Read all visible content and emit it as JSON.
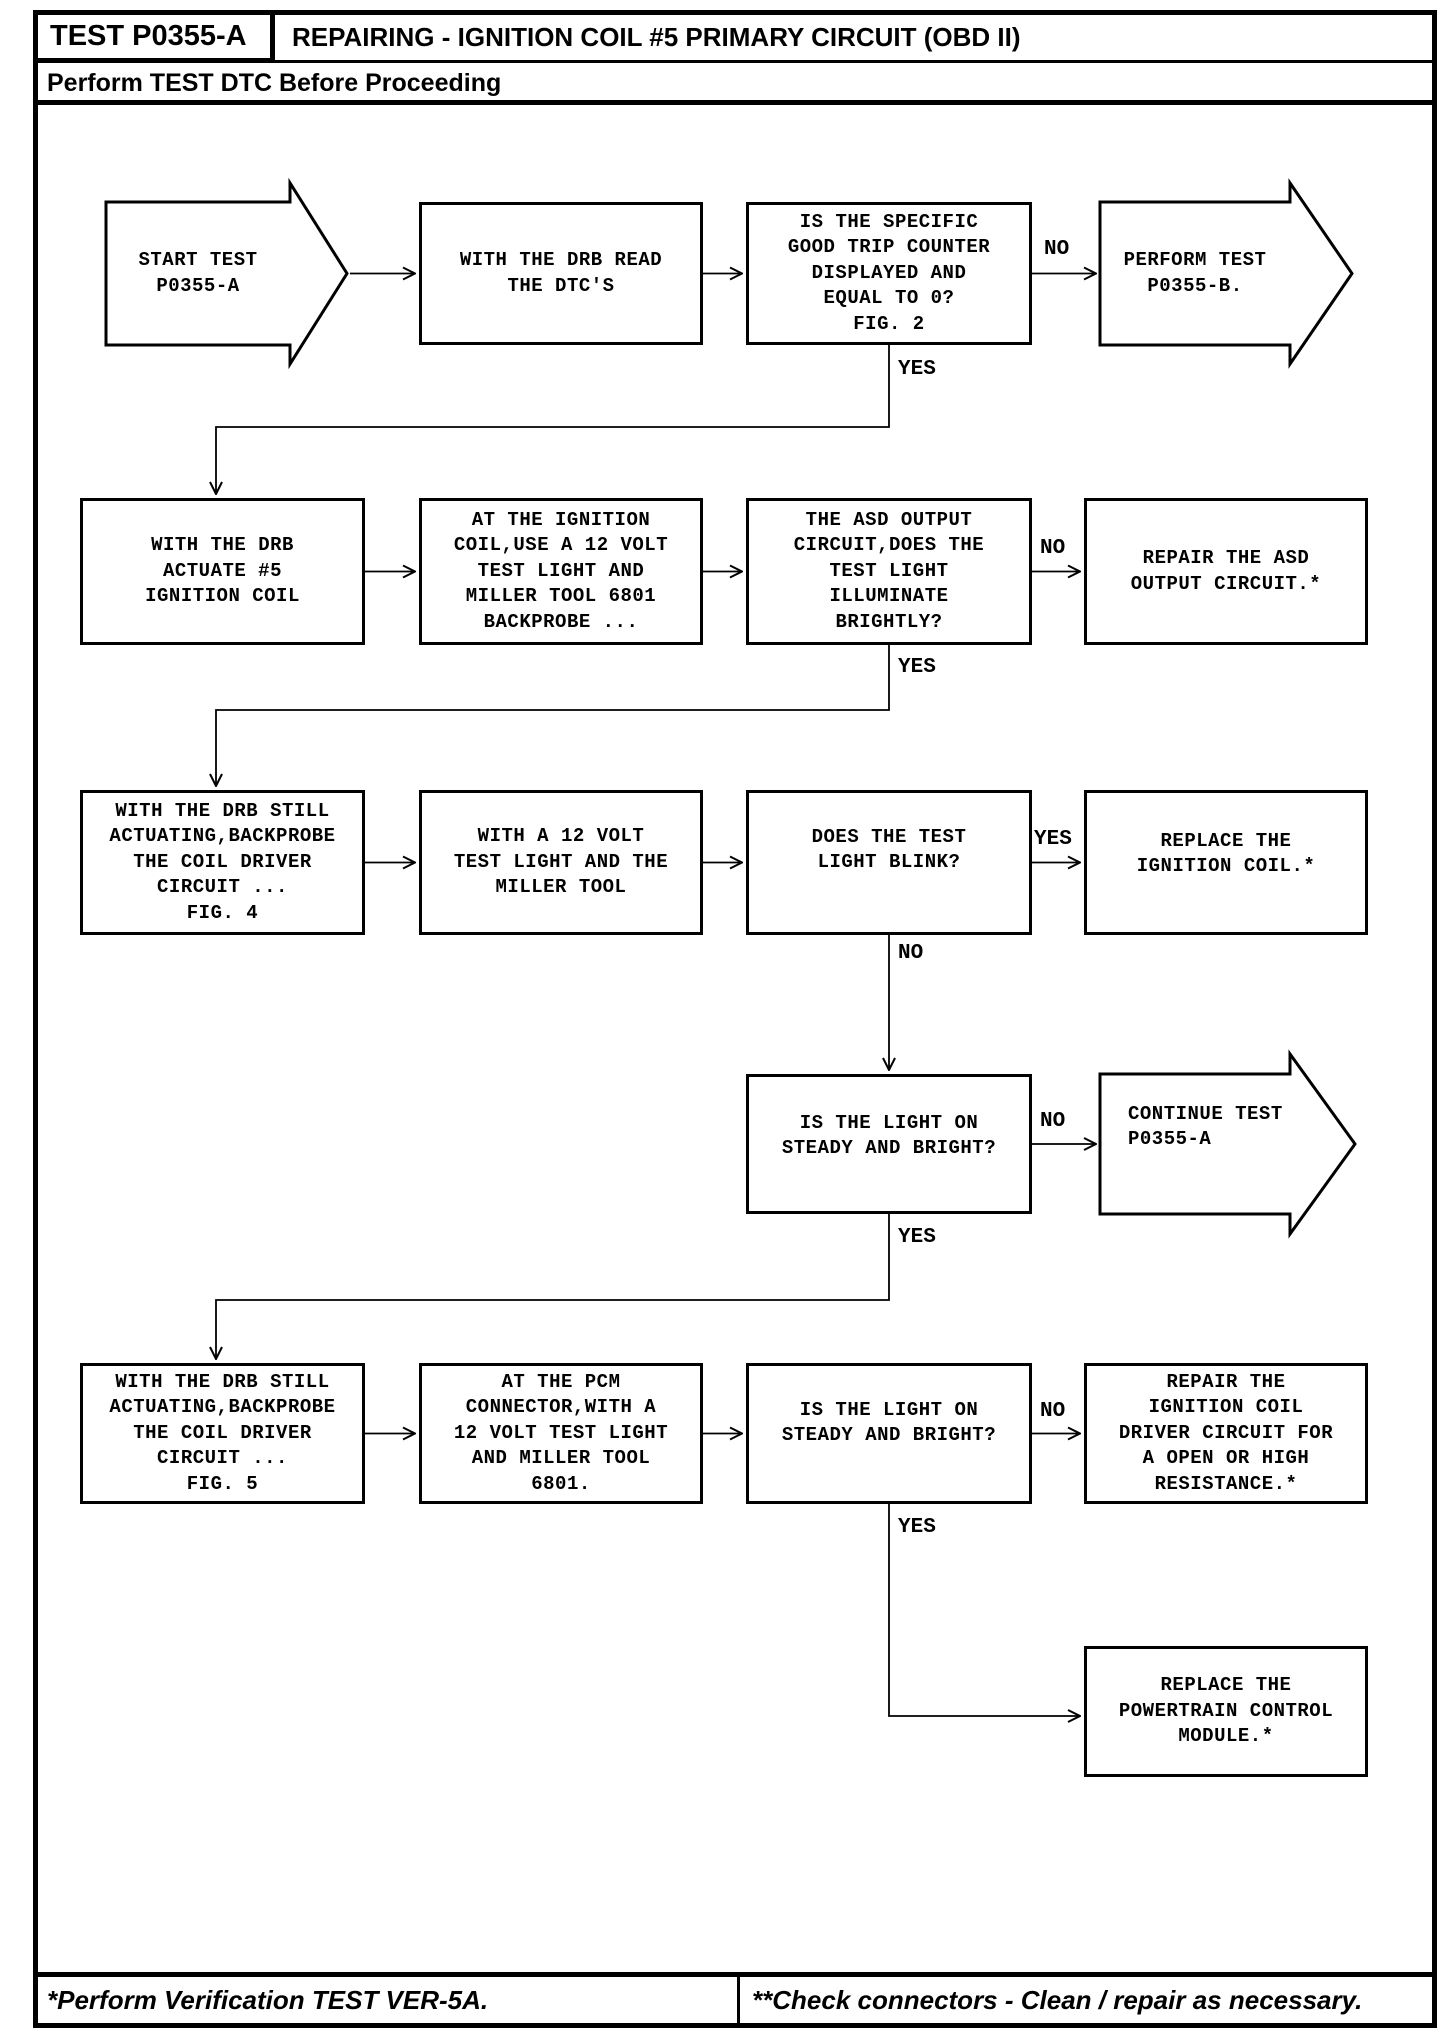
{
  "header": {
    "test_id": "TEST P0355-A",
    "title": "REPAIRING - IGNITION COIL #5 PRIMARY CIRCUIT (OBD II)",
    "subtitle": "Perform TEST DTC Before Proceeding"
  },
  "nodes": {
    "start": "START TEST\nP0355-A",
    "read_dtc": "WITH THE DRB READ\nTHE DTC'S",
    "good_trip_counter": "IS THE SPECIFIC\nGOOD TRIP COUNTER\nDISPLAYED AND\nEQUAL TO 0?\nFIG. 2",
    "perform_b": "PERFORM TEST\nP0355-B.",
    "actuate_coil": "WITH THE DRB\nACTUATE #5\nIGNITION COIL",
    "coil_backprobe": "AT THE IGNITION\nCOIL,USE A 12 VOLT\nTEST LIGHT AND\nMILLER TOOL 6801\nBACKPROBE ...",
    "asd_output": "THE ASD OUTPUT\nCIRCUIT,DOES THE\nTEST LIGHT\nILLUMINATE\nBRIGHTLY?",
    "repair_asd": "REPAIR THE ASD\nOUTPUT CIRCUIT.*",
    "backprobe_fig4": "WITH THE DRB STILL\nACTUATING,BACKPROBE\nTHE COIL DRIVER\nCIRCUIT ...\nFIG. 4",
    "volt_light_miller": "WITH A 12 VOLT\nTEST LIGHT AND THE\nMILLER TOOL",
    "light_blink": "DOES THE TEST\nLIGHT BLINK?",
    "replace_coil": "REPLACE THE\nIGNITION COIL.*",
    "steady_bright_1": "IS THE LIGHT ON\nSTEADY AND BRIGHT?",
    "continue_a": "CONTINUE TEST\nP0355-A",
    "backprobe_fig5": "WITH THE DRB STILL\nACTUATING,BACKPROBE\nTHE COIL DRIVER\nCIRCUIT ...\nFIG. 5",
    "pcm_connector": "AT THE PCM\nCONNECTOR,WITH A\n12 VOLT TEST LIGHT\nAND MILLER TOOL\n6801.",
    "steady_bright_2": "IS THE LIGHT ON\nSTEADY AND BRIGHT?",
    "repair_driver": "REPAIR THE\nIGNITION COIL\nDRIVER CIRCUIT FOR\nA OPEN OR HIGH\nRESISTANCE.*",
    "replace_pcm": "REPLACE THE\nPOWERTRAIN CONTROL\nMODULE.*"
  },
  "labels": {
    "yes": "YES",
    "no": "NO"
  },
  "footer": {
    "note_left": "*Perform Verification TEST VER-5A.",
    "note_right": "**Check connectors - Clean / repair as necessary."
  }
}
